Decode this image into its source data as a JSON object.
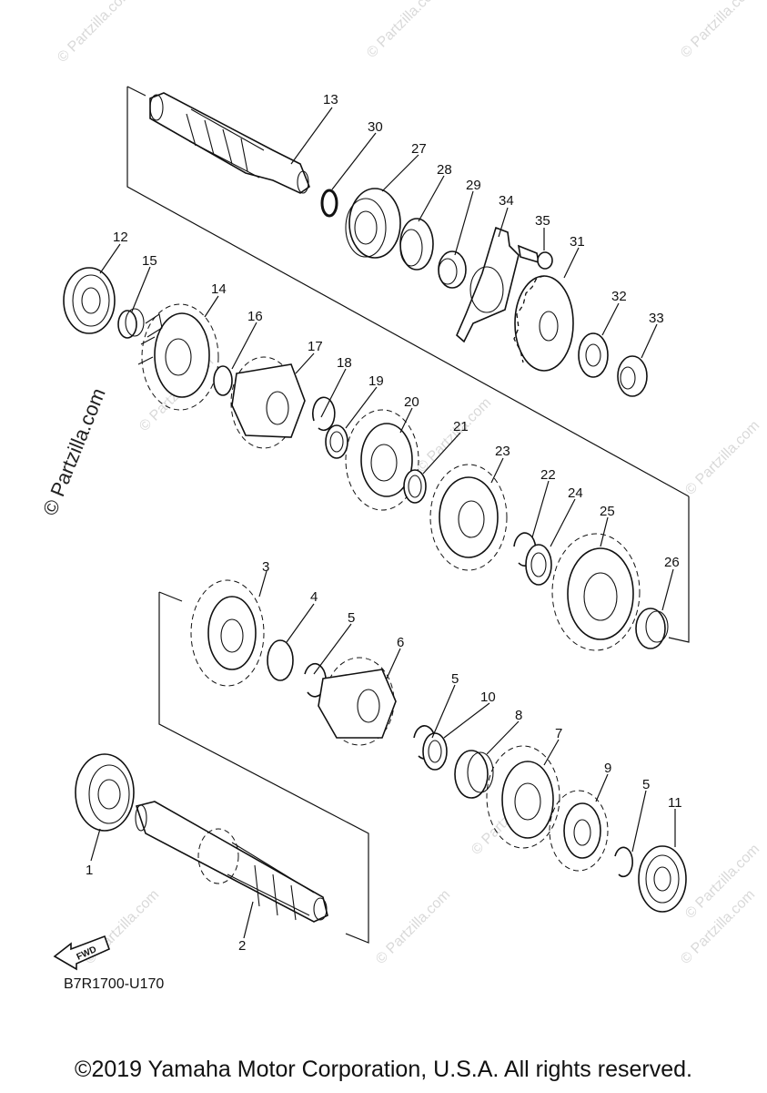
{
  "watermark": "© Partzilla.com",
  "diagram_code": "B7R1700-U170",
  "copyright": "©2019 Yamaha Motor Corporation, U.S.A. All rights reserved.",
  "fwd_label": "FWD",
  "callouts": [
    "1",
    "2",
    "3",
    "4",
    "5",
    "5",
    "5",
    "5",
    "6",
    "7",
    "8",
    "9",
    "10",
    "11",
    "12",
    "13",
    "14",
    "15",
    "16",
    "17",
    "18",
    "19",
    "20",
    "21",
    "22",
    "23",
    "24",
    "25",
    "26",
    "27",
    "28",
    "29",
    "30",
    "31",
    "32",
    "33",
    "34",
    "35"
  ]
}
